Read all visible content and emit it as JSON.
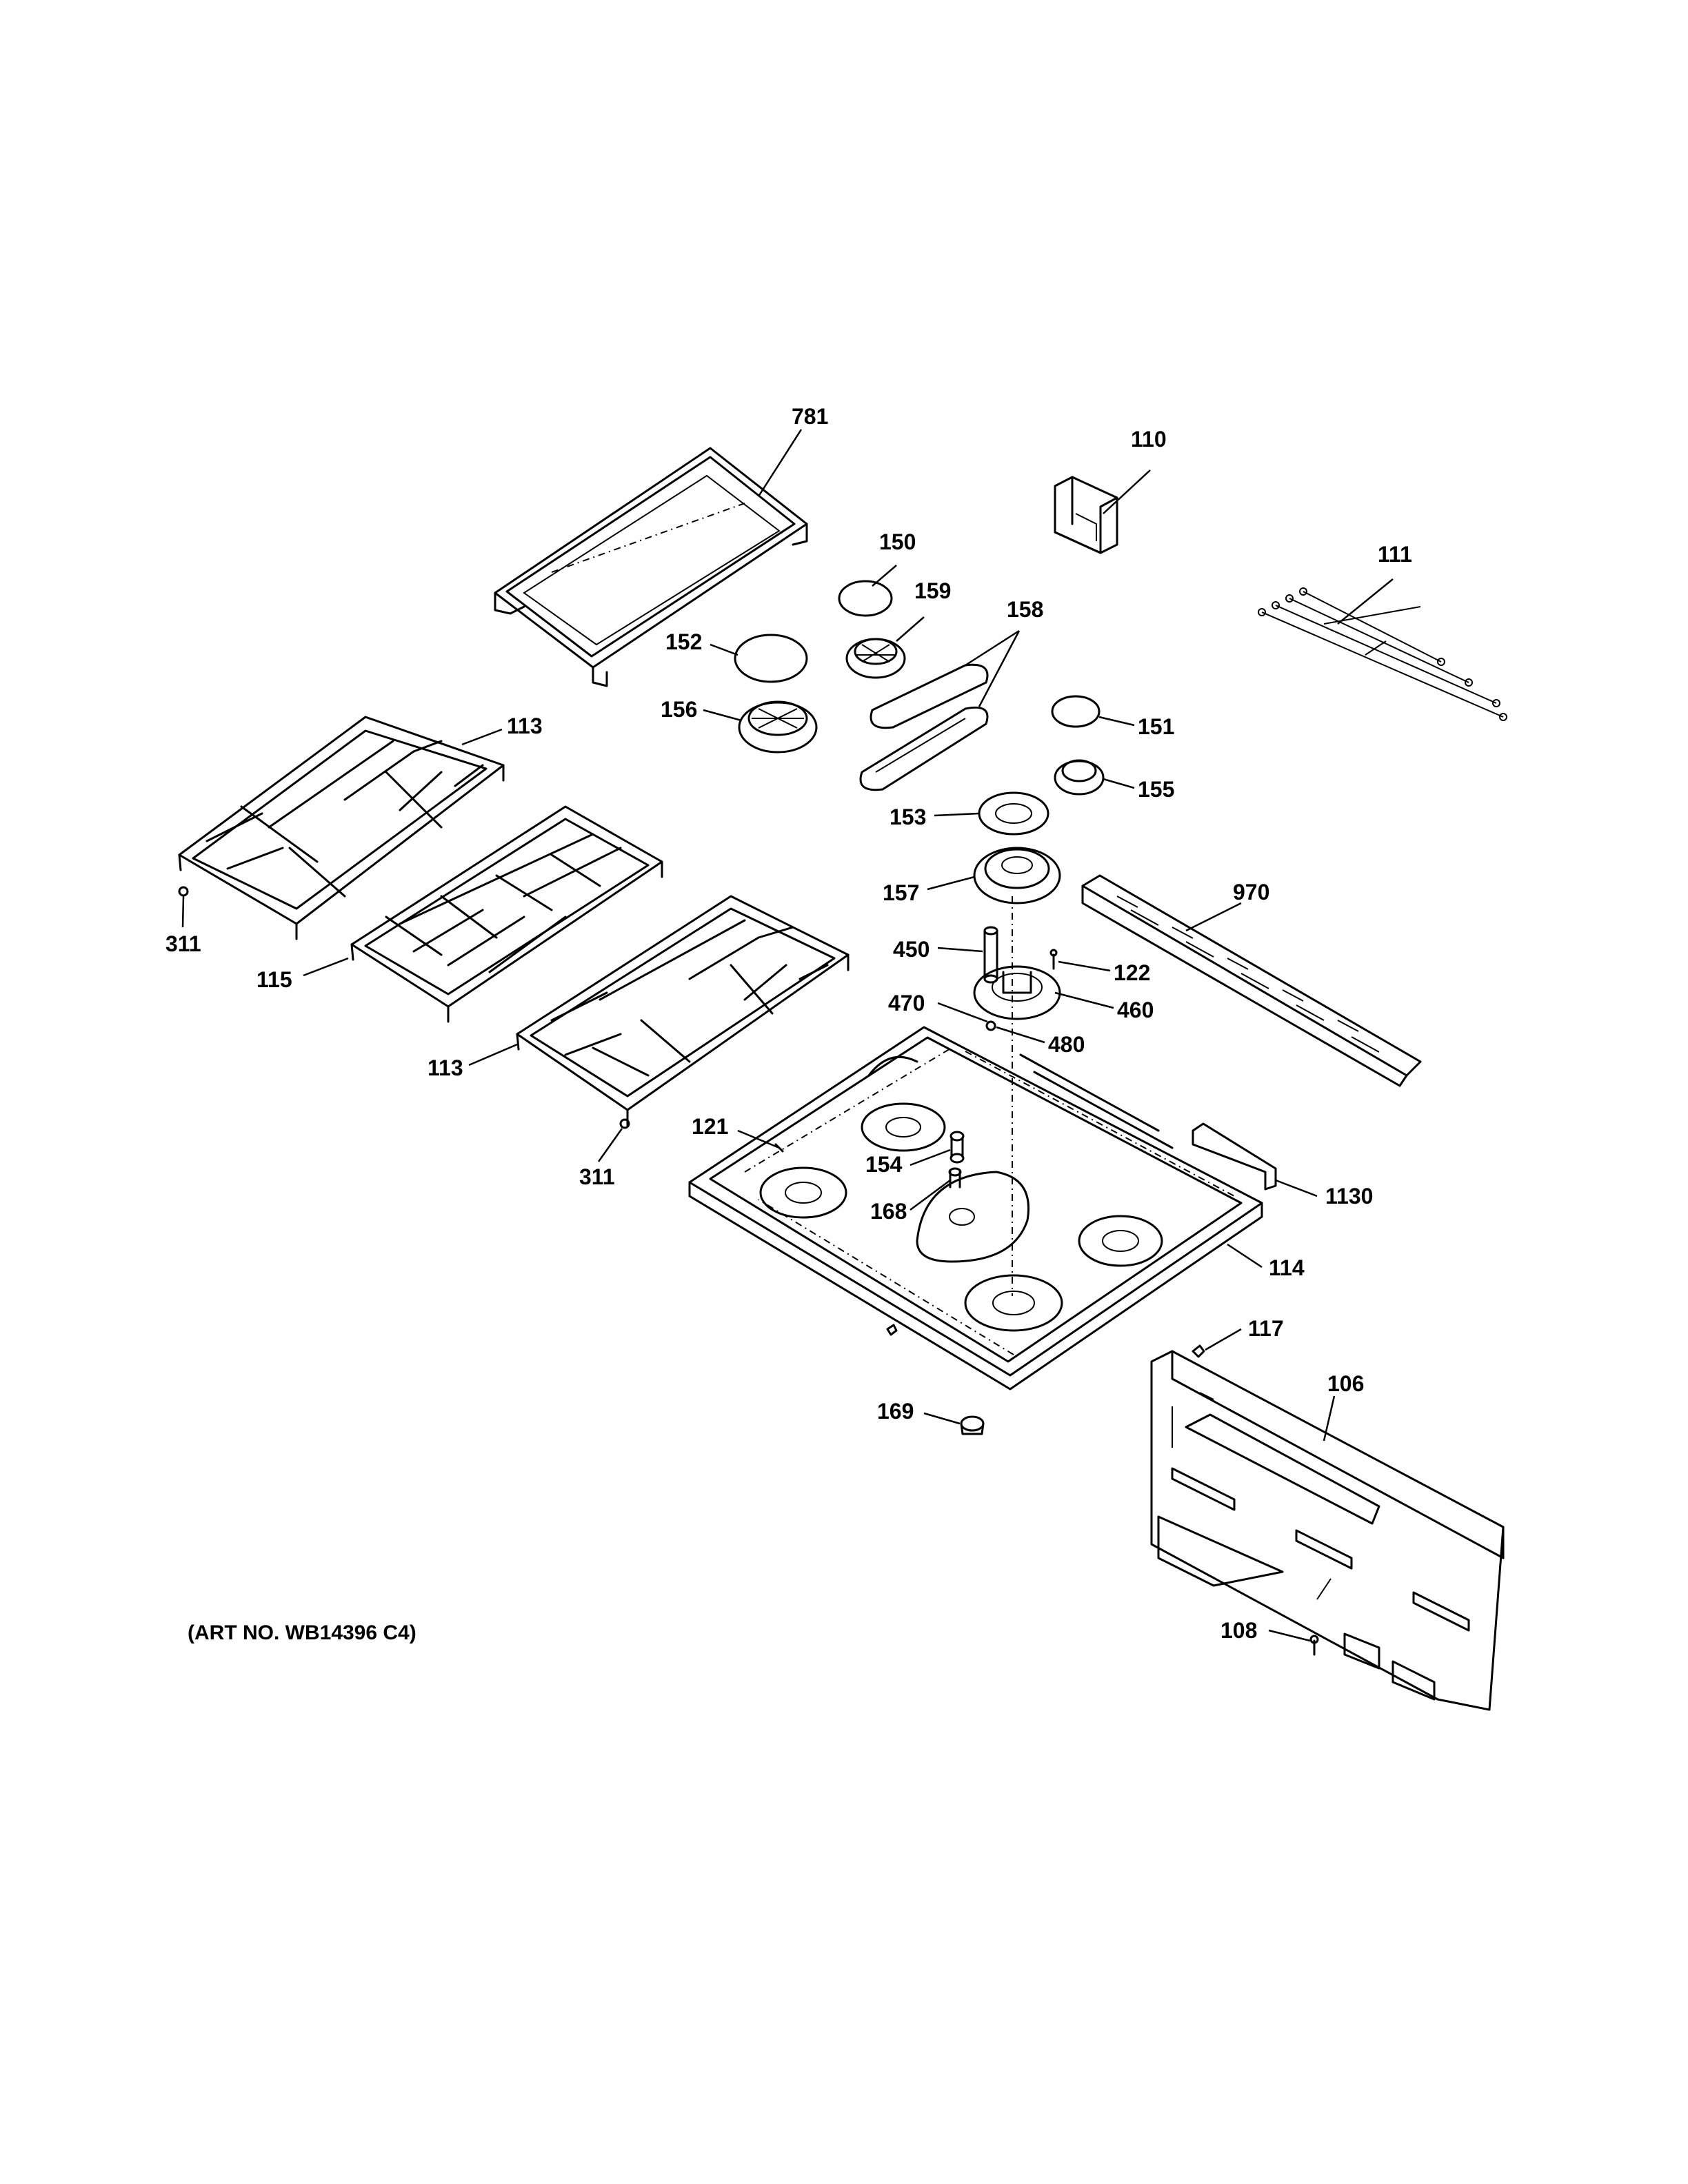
{
  "art_number": "(ART NO. WB14396 C4)",
  "callouts": {
    "c781": "781",
    "c110": "110",
    "c150": "150",
    "c111": "111",
    "c159": "159",
    "c158": "158",
    "c152": "152",
    "c156": "156",
    "c151": "151",
    "c113a": "113",
    "c155": "155",
    "c153": "153",
    "c311a": "311",
    "c157": "157",
    "c970": "970",
    "c115": "115",
    "c450": "450",
    "c122": "122",
    "c470": "470",
    "c460": "460",
    "c480": "480",
    "c113b": "113",
    "c121": "121",
    "c154": "154",
    "c311b": "311",
    "c1130": "1130",
    "c168": "168",
    "c114": "114",
    "c117": "117",
    "c106": "106",
    "c169": "169",
    "c108": "108"
  }
}
